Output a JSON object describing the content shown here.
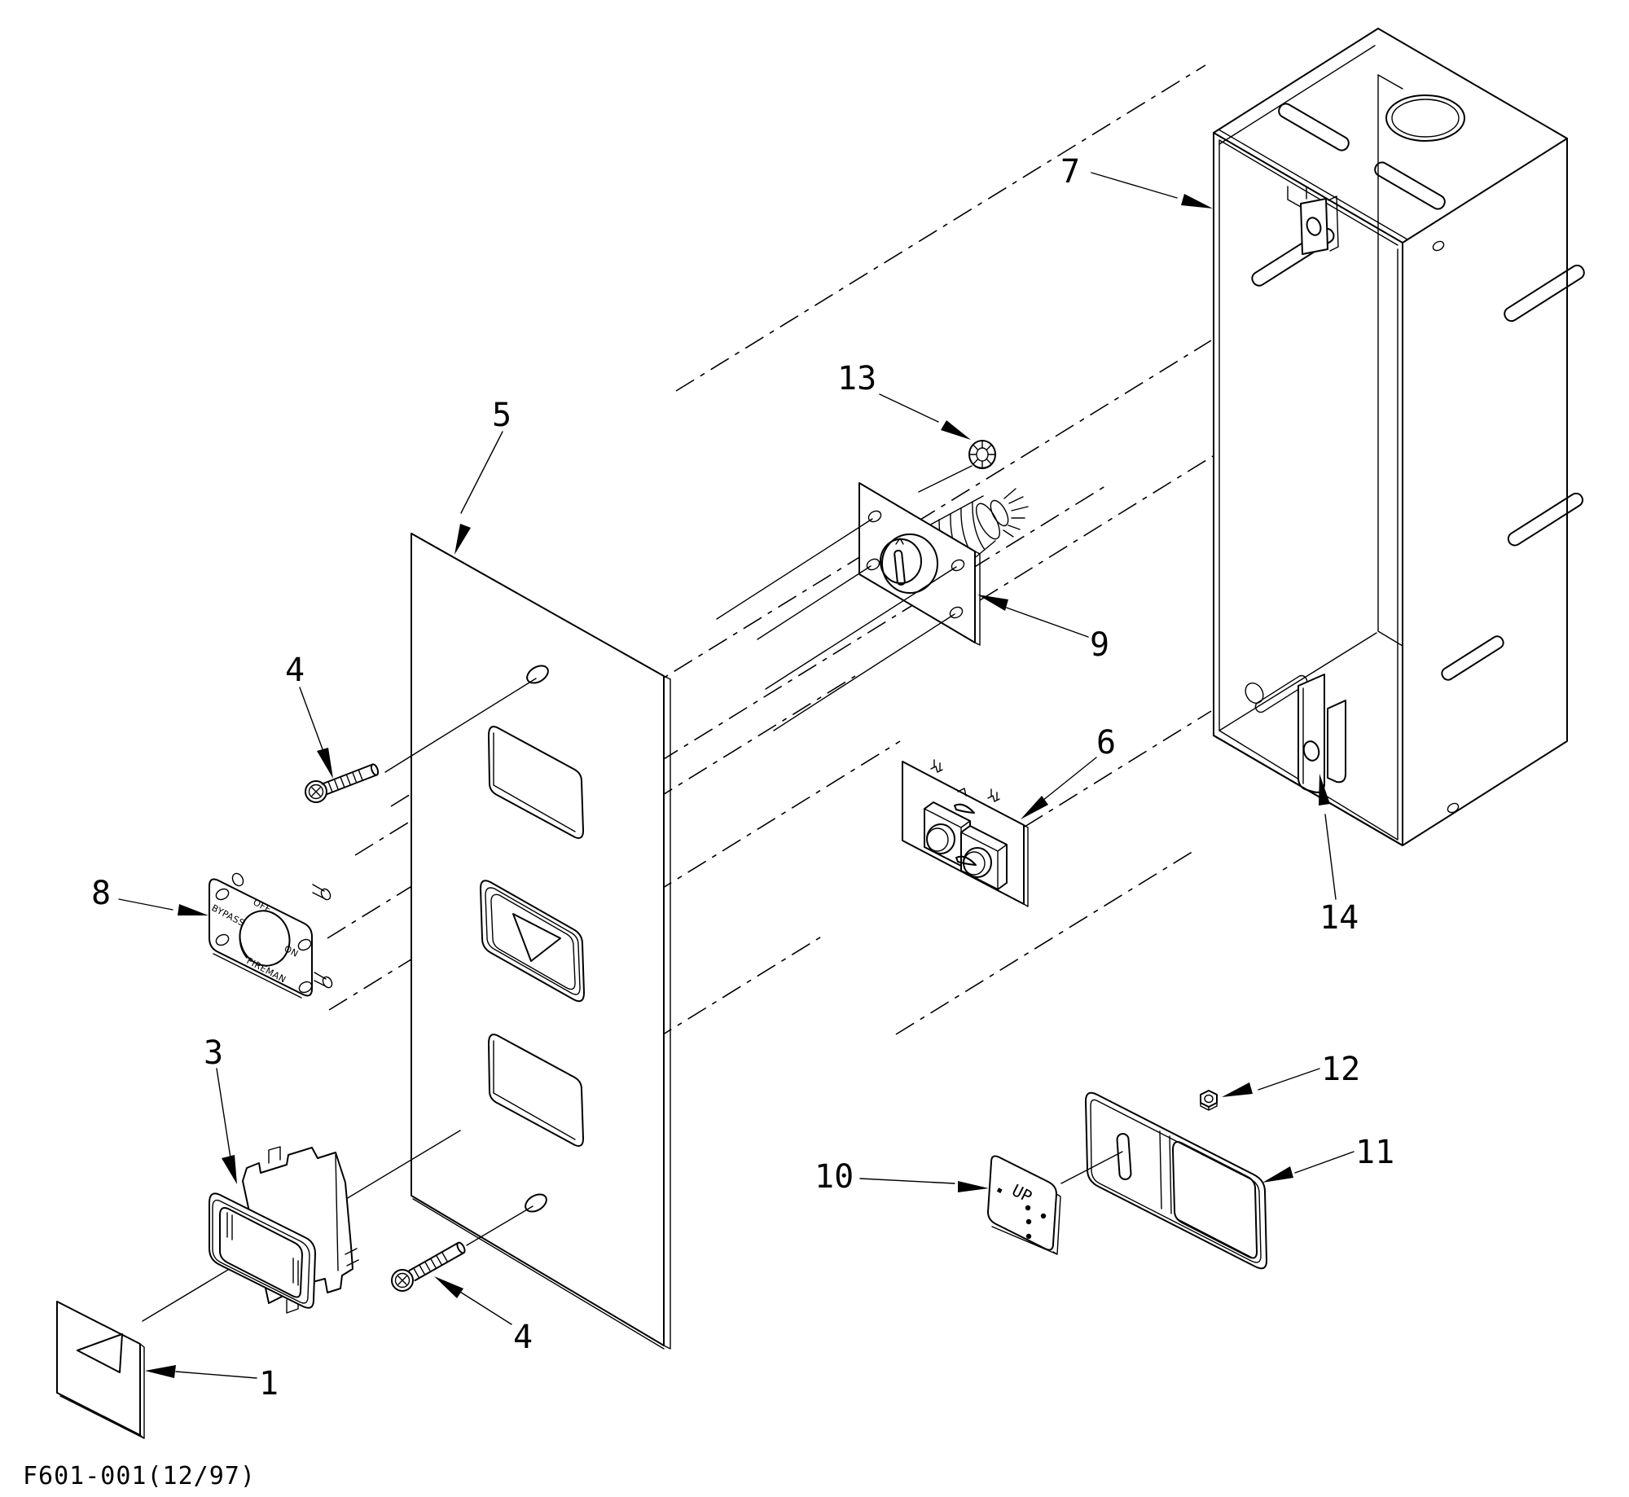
{
  "figure": {
    "type": "exploded-parts-diagram",
    "footer": {
      "drawing_number": "F601-001(12/97)"
    }
  },
  "callouts": [
    {
      "label": "1"
    },
    {
      "label": "3"
    },
    {
      "label": "4"
    },
    {
      "label": "4"
    },
    {
      "label": "5"
    },
    {
      "label": "6"
    },
    {
      "label": "7"
    },
    {
      "label": "8"
    },
    {
      "label": "9"
    },
    {
      "label": "10"
    },
    {
      "label": "11"
    },
    {
      "label": "12"
    },
    {
      "label": "13"
    },
    {
      "label": "14"
    }
  ],
  "part_markings": {
    "bypass_plate": {
      "left": "BYPASS",
      "top": "OFF",
      "right": "ON",
      "bottom": "FIREMAN"
    },
    "up_button": {
      "label": "UP"
    }
  }
}
